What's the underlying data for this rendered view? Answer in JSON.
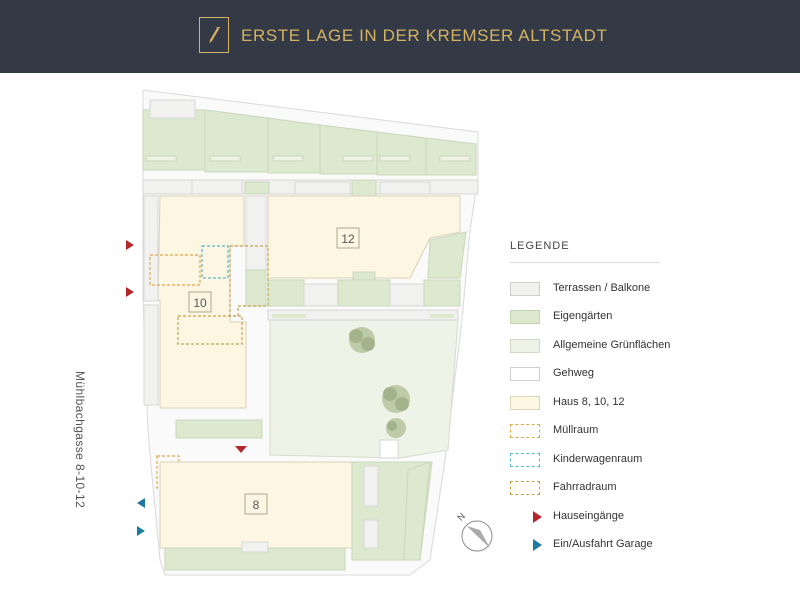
{
  "header": {
    "title": "ERSTE LAGE IN DER KREMSER ALTSTADT",
    "logo_icon": "pen-nib-logo-icon"
  },
  "colors": {
    "header_bg": "#343a45",
    "accent_gold": "#d4b264",
    "terrassen": "#f1f2ef",
    "eigengaerten": "#dde9cf",
    "allg_gruen": "#eff2e6",
    "gehweg": "#ffffff",
    "haus": "#fcf6e2",
    "muellraum": "#e1a54a",
    "kinderwagenraum": "#5bb8cc",
    "fahrradraum": "#c4a24a",
    "hauseingang": "#b3292b",
    "garage": "#1d7aa0"
  },
  "map": {
    "street_label": "Mühlbachgasse 8-10-12",
    "buildings": [
      {
        "id": "12",
        "label": "12"
      },
      {
        "id": "10",
        "label": "10"
      },
      {
        "id": "8",
        "label": "8"
      }
    ],
    "compass_label": "N"
  },
  "legend": {
    "title": "LEGENDE",
    "items": [
      {
        "label": "Terrassen / Balkone",
        "swatch": "terrassen"
      },
      {
        "label": "Eigengärten",
        "swatch": "eigengaerten"
      },
      {
        "label": "Allgemeine Grünflächen",
        "swatch": "allg_gruen"
      },
      {
        "label": "Gehweg",
        "swatch": "gehweg"
      },
      {
        "label": "Haus 8, 10, 12",
        "swatch": "haus"
      },
      {
        "label": "Müllraum",
        "swatch": "muellraum"
      },
      {
        "label": "Kinderwagenraum",
        "swatch": "kinderwagenraum"
      },
      {
        "label": "Fahrradraum",
        "swatch": "fahrradraum"
      },
      {
        "label": "Hauseingänge",
        "swatch": "hauseingang"
      },
      {
        "label": "Ein/Ausfahrt Garage",
        "swatch": "garage"
      }
    ]
  }
}
